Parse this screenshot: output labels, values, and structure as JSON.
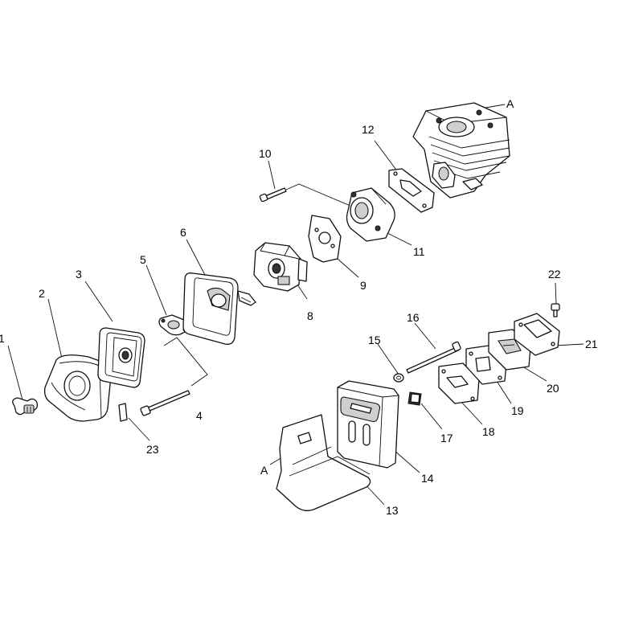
{
  "callouts": [
    {
      "id": "1",
      "text": "1"
    },
    {
      "id": "2",
      "text": "2"
    },
    {
      "id": "3",
      "text": "3"
    },
    {
      "id": "4",
      "text": "4"
    },
    {
      "id": "5",
      "text": "5"
    },
    {
      "id": "6",
      "text": "6"
    },
    {
      "id": "8",
      "text": "8"
    },
    {
      "id": "9",
      "text": "9"
    },
    {
      "id": "10",
      "text": "10"
    },
    {
      "id": "11",
      "text": "11"
    },
    {
      "id": "12",
      "text": "12"
    },
    {
      "id": "13",
      "text": "13"
    },
    {
      "id": "14",
      "text": "14"
    },
    {
      "id": "15",
      "text": "15"
    },
    {
      "id": "16",
      "text": "16"
    },
    {
      "id": "17",
      "text": "17"
    },
    {
      "id": "18",
      "text": "18"
    },
    {
      "id": "19",
      "text": "19"
    },
    {
      "id": "20",
      "text": "20"
    },
    {
      "id": "21",
      "text": "21"
    },
    {
      "id": "22",
      "text": "22"
    },
    {
      "id": "23",
      "text": "23"
    },
    {
      "id": "A1",
      "text": "A"
    },
    {
      "id": "A2",
      "text": "A"
    }
  ]
}
